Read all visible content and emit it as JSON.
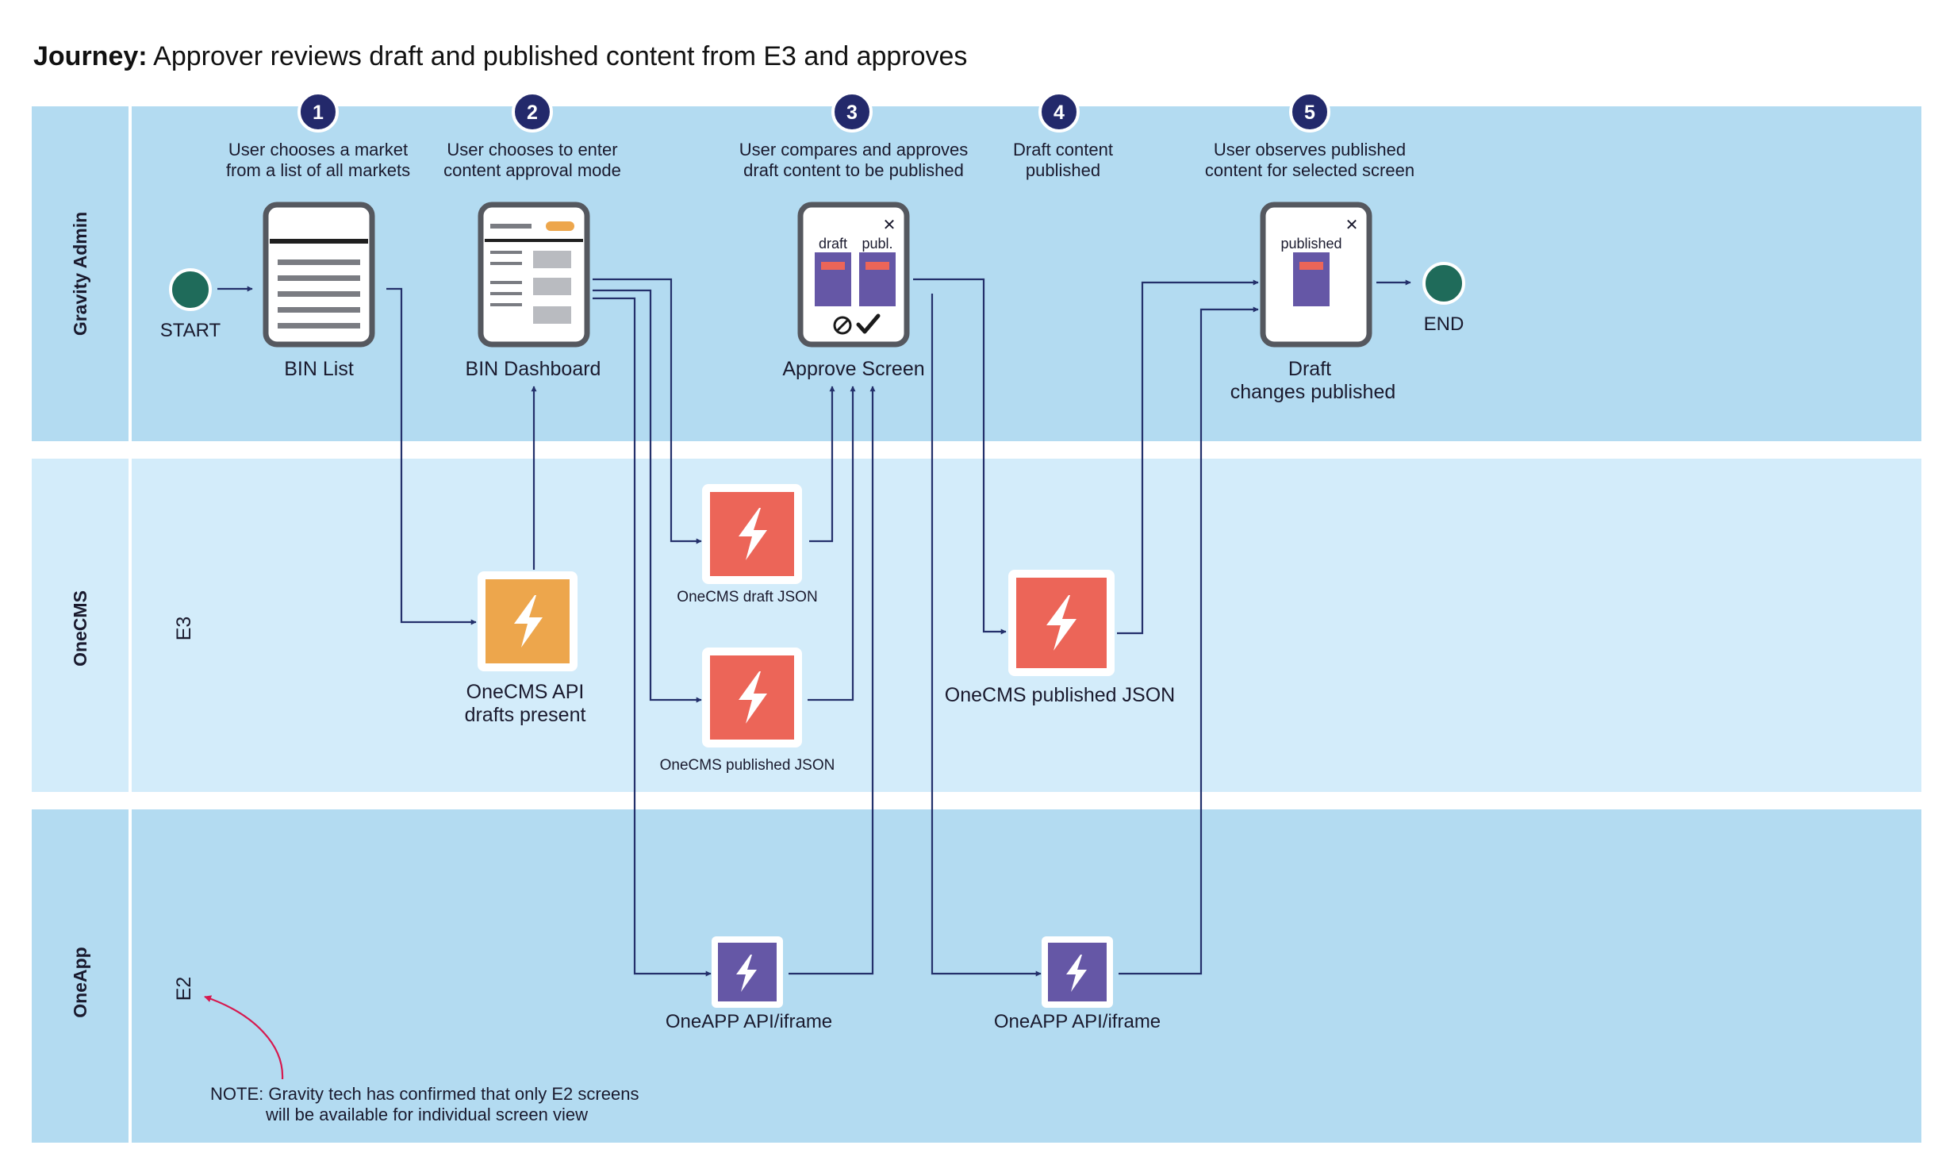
{
  "title": {
    "prefix": "Journey:",
    "text": "Approver reviews draft and published content from E3 and approves"
  },
  "lanes": [
    {
      "label": "Gravity Admin"
    },
    {
      "label": "OneCMS",
      "env": "E3"
    },
    {
      "label": "OneApp",
      "env": "E2"
    }
  ],
  "steps": [
    {
      "num": "1",
      "line1": "User chooses a market",
      "line2": "from a list of all markets"
    },
    {
      "num": "2",
      "line1": "User chooses to enter",
      "line2": "content approval mode"
    },
    {
      "num": "3",
      "line1": "User compares and approves",
      "line2": "draft content to be published"
    },
    {
      "num": "4",
      "line1": "Draft content",
      "line2": "published"
    },
    {
      "num": "5",
      "line1": "User observes published",
      "line2": "content for selected screen"
    }
  ],
  "nodes": {
    "start": "START",
    "end": "END",
    "bin_list": "BIN List",
    "bin_dashboard": "BIN Dashboard",
    "approve_screen": "Approve Screen",
    "approve_draft_label": "draft",
    "approve_publ_label": "publ.",
    "published_screen_label": "published",
    "final_line1": "Draft",
    "final_line2": "changes published",
    "api_drafts_line1": "OneCMS API",
    "api_drafts_line2": "drafts present",
    "draft_json": "OneCMS draft JSON",
    "published_json_small": "OneCMS published JSON",
    "published_json_large": "OneCMS published JSON",
    "oneapp_1": "OneAPP API/iframe",
    "oneapp_2": "OneAPP API/iframe"
  },
  "note": {
    "line1": "NOTE: Gravity tech has confirmed that only E2 screens",
    "line2": "will be available for individual screen view"
  },
  "colors": {
    "lane_dark": "#b3dbf1",
    "lane_light": "#d3ecfa",
    "step_circle": "#23296b",
    "flow_line": "#24306b",
    "start_end": "#1f6b5a",
    "api_orange": "#eda64c",
    "api_red": "#ec6558",
    "api_purple": "#6557a6",
    "note_arrow": "#d6194f"
  }
}
